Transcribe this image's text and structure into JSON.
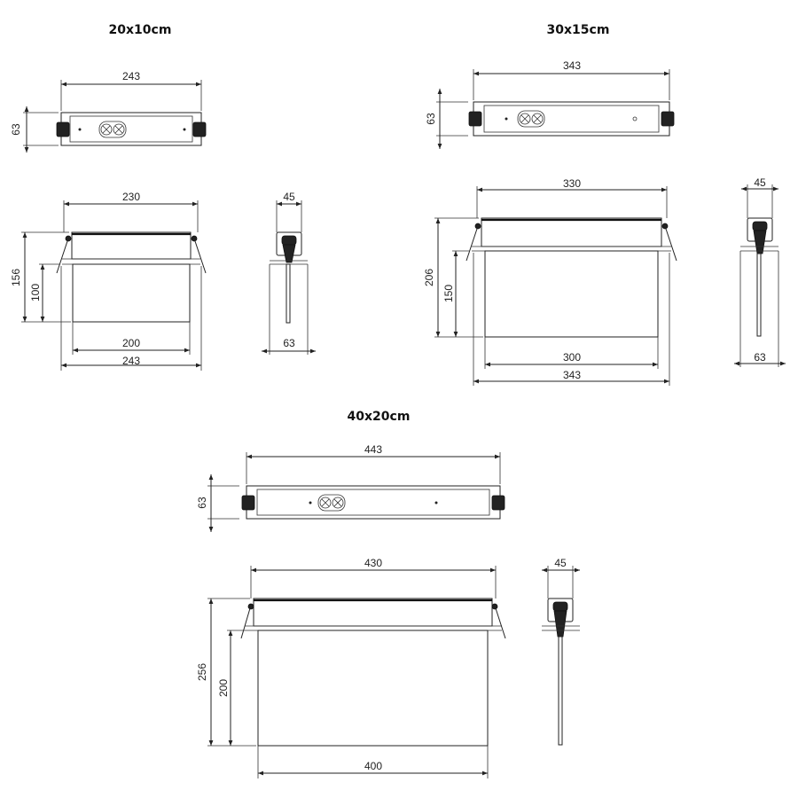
{
  "titles": {
    "small": "20x10cm",
    "medium": "30x15cm",
    "large": "40x20cm"
  },
  "small": {
    "top_width": "243",
    "top_height": "63",
    "front_inner_width": "230",
    "front_height_total": "156",
    "front_height_panel": "100",
    "front_panel_width": "200",
    "front_total_width": "243",
    "side_top": "45",
    "side_bottom": "63"
  },
  "medium": {
    "top_width": "343",
    "top_height": "63",
    "front_inner_width": "330",
    "front_height_total": "206",
    "front_height_panel": "150",
    "front_panel_width": "300",
    "front_total_width": "343",
    "side_top": "45",
    "side_bottom": "63"
  },
  "large": {
    "top_width": "443",
    "top_height": "63",
    "front_inner_width": "430",
    "front_height_total": "256",
    "front_height_panel": "200",
    "front_panel_width": "400",
    "side_top": "45"
  }
}
